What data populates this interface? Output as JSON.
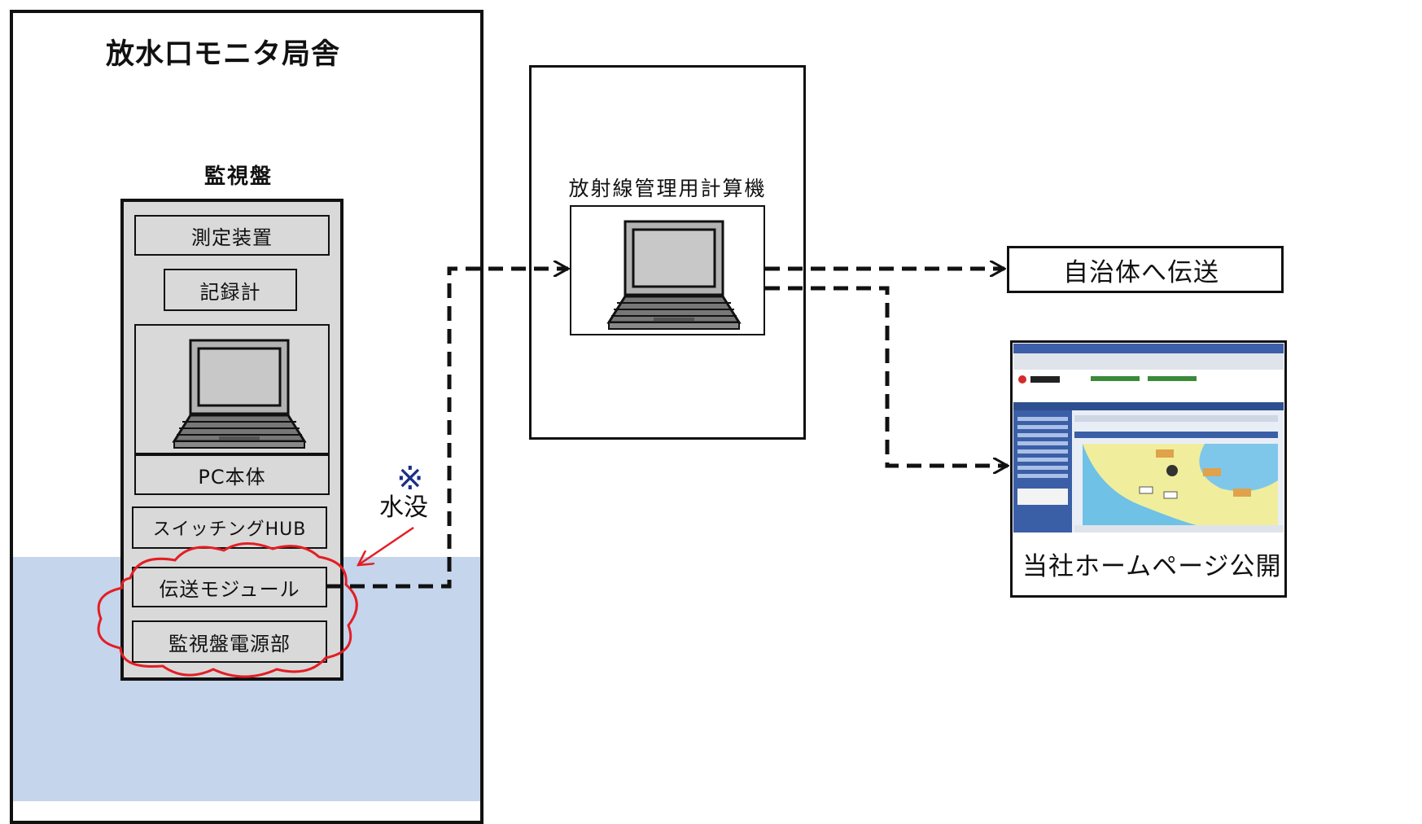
{
  "building": {
    "title": "放水口モニタ局舎"
  },
  "panel": {
    "title": "監視盤",
    "measurement": "測定装置",
    "recorder": "記録計",
    "pc_label": "PC本体",
    "switching_hub": "スイッチングHUB",
    "transmission_module": "伝送モジュール",
    "power_unit": "監視盤電源部"
  },
  "annotation": {
    "mark": "※",
    "label": "水没"
  },
  "computer": {
    "title": "放射線管理用計算機"
  },
  "outputs": {
    "municipality": "自治体へ伝送",
    "homepage": "当社ホームページ公開"
  },
  "colors": {
    "flood": "#c5d5ec",
    "flood_outline": "#e31e24",
    "arrow_note": "#e31e24",
    "note_mark": "#1a2f8a",
    "box_fill": "#d9d9d9"
  },
  "icons": [
    "laptop-icon",
    "laptop-icon",
    "webpage-screenshot-icon"
  ]
}
